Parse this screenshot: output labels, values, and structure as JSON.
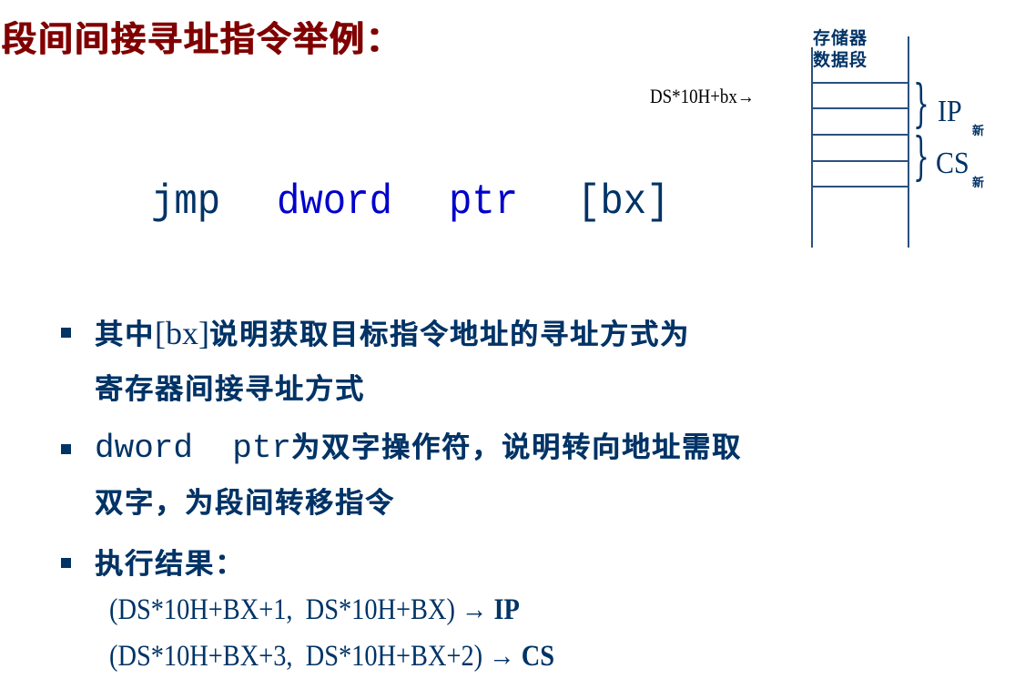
{
  "slide": {
    "title": "段间间接寻址指令举例：",
    "instruction": {
      "opcode": "jmp",
      "size": "dword",
      "ptr": "ptr",
      "operand": "[bx]"
    },
    "diagram": {
      "header_line1": "存储器",
      "header_line2": "数据段",
      "address_label": "DS*10H+bx→",
      "cells": 6,
      "brace1": "}",
      "brace2": "}",
      "reg1": "IP",
      "reg1_sub": "新",
      "reg2": "CS",
      "reg2_sub": "新"
    },
    "bullets": [
      {
        "prefix": "其中",
        "code": "[bx]",
        "text1": "说明获取目标指令地址的寻址方式为",
        "text2": "寄存器间接寻址方式"
      },
      {
        "code": "dword  ptr",
        "text1": "为双字操作符，说明转向地址需取",
        "text2": "双字，为段间转移指令"
      },
      {
        "text1": "执行结果：",
        "result1_expr": "(DS*10H+BX+1,  DS*10H+BX)",
        "result1_arrow": " → ",
        "result1_target": "IP",
        "result2_expr": "(DS*10H+BX+3,  DS*10H+BX+2)",
        "result2_arrow": " → ",
        "result2_target": "CS"
      }
    ],
    "colors": {
      "title": "#800000",
      "body": "#003366",
      "keyword": "#0000cc"
    }
  }
}
